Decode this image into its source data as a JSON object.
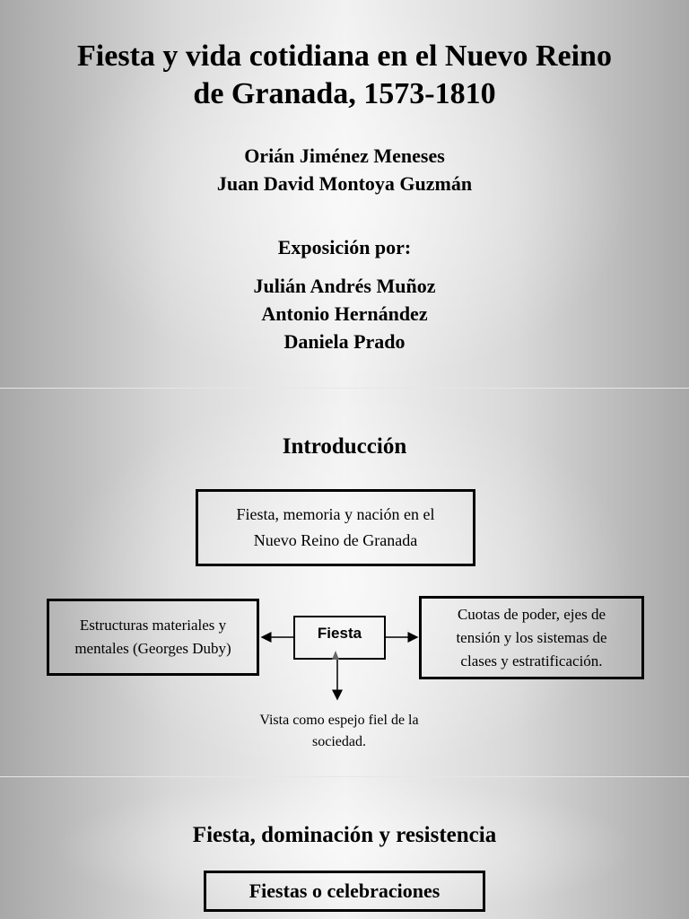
{
  "slide1": {
    "title_line1": "Fiesta y vida cotidiana en el Nuevo Reino",
    "title_line2": "de Granada, 1573-1810",
    "authors": [
      "Orián Jiménez Meneses",
      "Juan David Montoya Guzmán"
    ],
    "exposicion_label": "Exposición por:",
    "presenters": [
      "Julián Andrés Muñoz",
      "Antonio Hernández",
      "Daniela Prado"
    ]
  },
  "slide2": {
    "heading": "Introducción",
    "box_top": [
      "Fiesta, memoria y nación en el",
      "Nuevo Reino de Granada"
    ],
    "box_left": [
      "Estructuras materiales y",
      "mentales (Georges Duby)"
    ],
    "box_center": "Fiesta",
    "box_right": [
      "Cuotas de poder, ejes de",
      "tensión y los sistemas de",
      "clases y estratificación."
    ],
    "caption": [
      "Vista como espejo fiel de la",
      "sociedad."
    ]
  },
  "slide3": {
    "heading": "Fiesta, dominación y resistencia",
    "box": "Fiestas o celebraciones"
  }
}
